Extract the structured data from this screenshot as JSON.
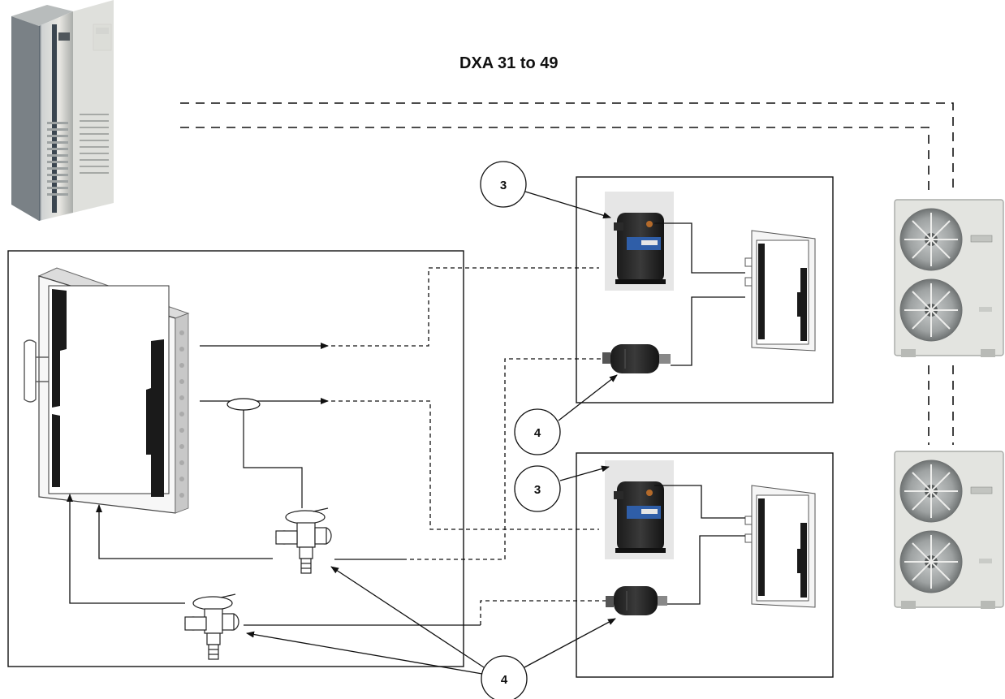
{
  "title": "DXA 31 to 49",
  "callouts": {
    "compressor_top": "3",
    "filter_top": "4",
    "compressor_bottom": "3",
    "valves": "4"
  }
}
